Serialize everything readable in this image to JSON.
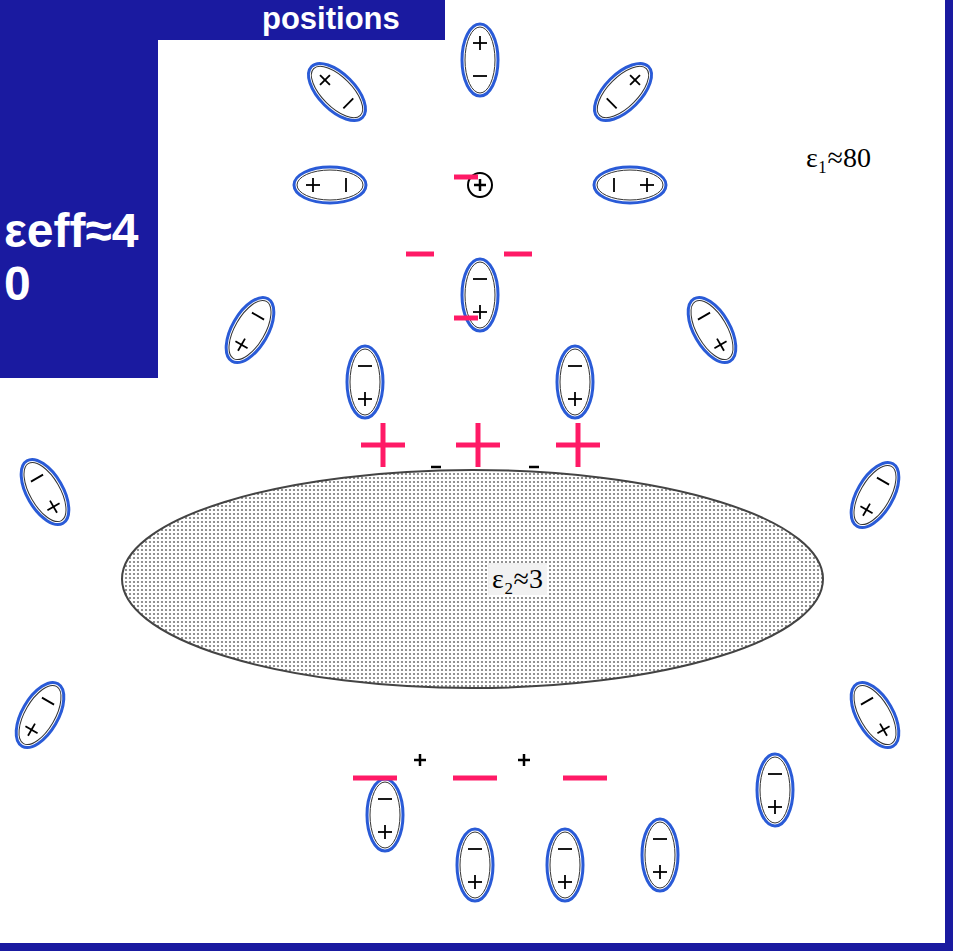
{
  "diagram": {
    "nodes": [
      {
        "text": [
          "ε₂≈3"
        ]
      }
    ],
    "labels": [
      "positions",
      "εeff≈40",
      "ε₁≈80"
    ]
  }
}
